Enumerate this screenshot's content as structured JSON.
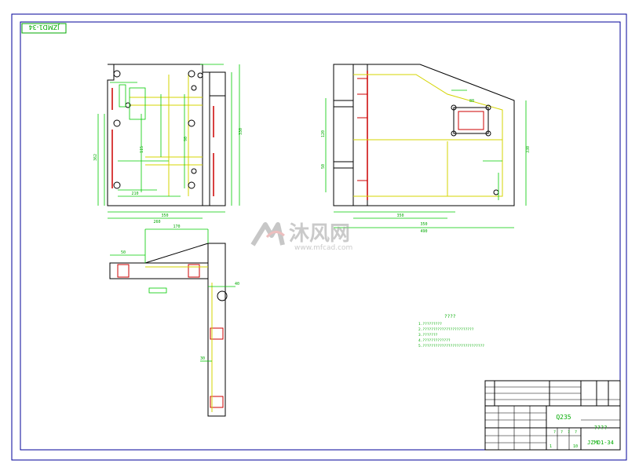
{
  "drawing": {
    "corner_code": "JZMD1-34",
    "watermark_brand": "沐风网",
    "watermark_url": "www.mfcad.com",
    "notes_title": "????",
    "notes": [
      "1.?????????",
      "2.????????????????????????",
      "3.???????",
      "4.?????????????",
      "5.?????????????????????????????"
    ],
    "title_block": {
      "material": "Q235",
      "part_name": "????",
      "drawing_no": "JZMD1-34",
      "scale_marks": [
        "?",
        "?",
        "?",
        "?",
        "?",
        "?"
      ],
      "sheet_a": "1",
      "sheet_b": "10"
    }
  },
  "dims_left": [
    "350",
    "260",
    "362",
    "115",
    "210",
    "330",
    "90"
  ],
  "dims_right": [
    "350",
    "490",
    "330",
    "50",
    "120",
    "80",
    "350"
  ],
  "dims_bottom": [
    "170",
    "50",
    "40",
    "30"
  ],
  "colors": {
    "frame": "#000099",
    "outline": "#000000",
    "dimension": "#00cc00",
    "hidden": "#d4d400",
    "hole": "#cc0000"
  }
}
